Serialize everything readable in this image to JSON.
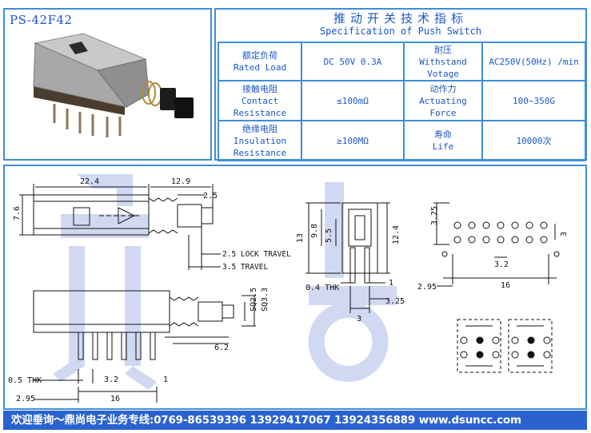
{
  "model": "PS-42F42",
  "spec_title_cn": "推动开关技术指标",
  "spec_title_en": "Specification of Push Switch",
  "specs": [
    {
      "label_cn": "额定负荷",
      "label_en": "Rated Load",
      "value": "DC 50V 0.3A",
      "label2_cn": "耐压",
      "label2_en": "Withstand Votage",
      "value2": "AC250V(50Hz) /min"
    },
    {
      "label_cn": "接触电阻",
      "label_en": "Contact Resistance",
      "value": "≤100mΩ",
      "label2_cn": "动作力",
      "label2_en": "Actuating Force",
      "value2": "100~350G"
    },
    {
      "label_cn": "绝缘电阻",
      "label_en": "Insulation Resistance",
      "value": "≥100MΩ",
      "label2_cn": "寿命",
      "label2_en": "Life",
      "value2": "10000次"
    }
  ],
  "dims": {
    "d22_4": "22.4",
    "d12_9": "12.9",
    "d2_5": "2.5",
    "d7_6": "7.6",
    "lock_travel": "2.5 LOCK TRAVEL",
    "travel": "3.5 TRAVEL",
    "sq2_5": "SQ2.5",
    "sq3_3": "SQ3.3",
    "d6_2": "6.2",
    "thk_05": "0.5 THK",
    "d3_2a": "3.2",
    "d1a": "1",
    "d2_95a": "2.95",
    "d16a": "16",
    "d13": "13",
    "d9_8": "9.8",
    "d5_5": "5.5",
    "d12_4": "12.4",
    "thk_04": "0.4 THK",
    "d1b": "1",
    "d3": "3",
    "d3_25b": "3.25",
    "d3_25c": "3.25",
    "d3c": "3",
    "d3_2c": "3.2",
    "d2_95c": "2.95",
    "d16c": "16"
  },
  "footer": "欢迎垂询～鼎尚电子业务专线:0769-86539396  13929417067  13924356889  www.dsuncc.com",
  "colors": {
    "frame": "#3d8fd6",
    "text": "#1b57c9",
    "footer_bg": "#2a63cf",
    "watermark": "#c9d3f0"
  }
}
